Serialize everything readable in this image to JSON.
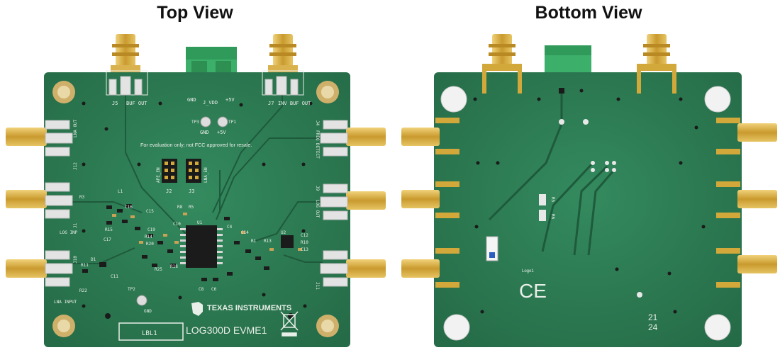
{
  "headings": {
    "top": "Top View",
    "bottom": "Bottom View"
  },
  "top_board": {
    "connectors": {
      "j5": "J5",
      "buf_out": "BUF OUT",
      "j7": "J7",
      "inv_buf_out": "INV BUF OUT",
      "j12": "J12",
      "lna_out": "LNA OUT",
      "j1": "J1",
      "log_inp": "LOG INP",
      "j10": "J10",
      "lna_input": "LNA INPUT",
      "j4": "J4",
      "freq_detect": "FREQ DETECT",
      "j9": "J9",
      "log_out": "LOG OUT",
      "j11": "J11"
    },
    "power_terminal": {
      "gnd": "GND",
      "j_vdd": "J_VDD",
      "plus5v": "+5V"
    },
    "test_points": {
      "tp3": "TP3",
      "tp3_label": "GND",
      "tp1": "TP1",
      "tp1_label": "+5V",
      "tp2": "TP2",
      "tp2_label": "GND"
    },
    "notice": "For evaluation only; not FCC approved for resale.",
    "jumpers": {
      "j2": "J2",
      "j2_label": "AFE_EN",
      "j3": "J3",
      "j3_label": "LNA_EN"
    },
    "components": {
      "u1": "U1",
      "u2": "U2",
      "r3": "R3",
      "r8": "R8",
      "r5": "R5",
      "c10": "C10",
      "c4": "C4",
      "c14": "C14",
      "r1": "R1",
      "r13": "R13",
      "c12": "C12",
      "r10": "R10",
      "c13": "C13",
      "c16": "C16",
      "c15": "C15",
      "r15": "R15",
      "c17": "C17",
      "c19": "C19",
      "r14": "R14",
      "r20": "R20",
      "r25": "R25",
      "r18": "R18",
      "c8": "C8",
      "c6": "C6",
      "d1": "D1",
      "r11": "R11",
      "c11": "C11",
      "r22": "R22",
      "l1": "L1"
    },
    "brand": "TEXAS INSTRUMENTS",
    "model": "LOG300D EVME1",
    "label_box": "LBL1"
  },
  "bottom_board": {
    "logo_label": "Logo1",
    "ce_mark": "CE",
    "code_line1": "21",
    "code_line2": "24",
    "r_labels": [
      "R5",
      "R6"
    ]
  },
  "colors": {
    "pcb": "#2c7a52",
    "pcb_dark": "#216343",
    "silkscreen": "#e8eee8",
    "gold": "#d2a83a",
    "terminal_green": "#3cb06a"
  }
}
